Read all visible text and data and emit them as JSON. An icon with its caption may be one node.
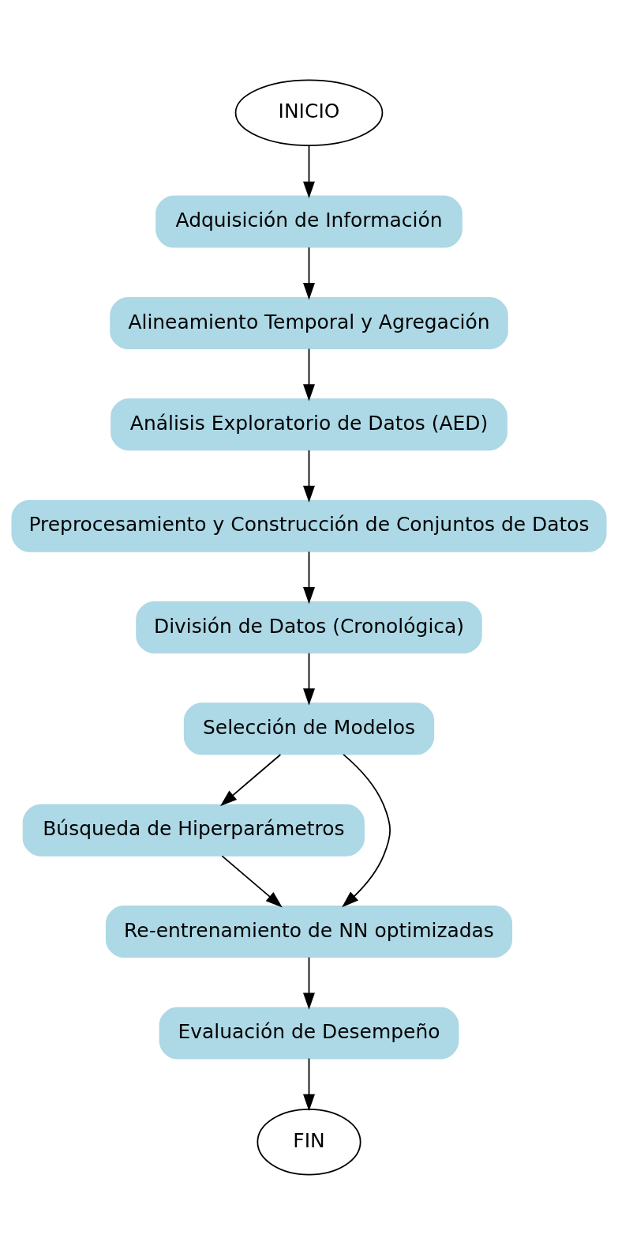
{
  "diagram": {
    "nodes": [
      {
        "text": [
          "INICIO"
        ]
      },
      {
        "text": [
          "Adquisición de Información"
        ]
      },
      {
        "text": [
          "Alineamiento Temporal y Agregación"
        ]
      },
      {
        "text": [
          "Análisis Exploratorio de Datos (AED)"
        ]
      },
      {
        "text": [
          "Preprocesamiento y Construcción de Conjuntos de Datos"
        ]
      },
      {
        "text": [
          "División de Datos (Cronológica)"
        ]
      },
      {
        "text": [
          "Selección de Modelos"
        ]
      },
      {
        "text": [
          "Búsqueda de Hiperparámetros"
        ]
      },
      {
        "text": [
          "Re-entrenamiento de NN optimizadas"
        ]
      },
      {
        "text": [
          "Evaluación de Desempeño"
        ]
      },
      {
        "text": [
          "FIN"
        ]
      }
    ],
    "edges": [
      {
        "from": 0,
        "to": 1,
        "arrow": "to"
      },
      {
        "from": 1,
        "to": 2,
        "arrow": "to"
      },
      {
        "from": 2,
        "to": 3,
        "arrow": "to"
      },
      {
        "from": 3,
        "to": 4,
        "arrow": "to"
      },
      {
        "from": 4,
        "to": 5,
        "arrow": "to"
      },
      {
        "from": 5,
        "to": 6,
        "arrow": "to"
      },
      {
        "from": 6,
        "to": 7,
        "arrow": "to"
      },
      {
        "from": 6,
        "to": 8,
        "arrow": "to"
      },
      {
        "from": 7,
        "to": 8,
        "arrow": "to"
      },
      {
        "from": 8,
        "to": 9,
        "arrow": "to"
      },
      {
        "from": 9,
        "to": 10,
        "arrow": "to"
      }
    ]
  }
}
